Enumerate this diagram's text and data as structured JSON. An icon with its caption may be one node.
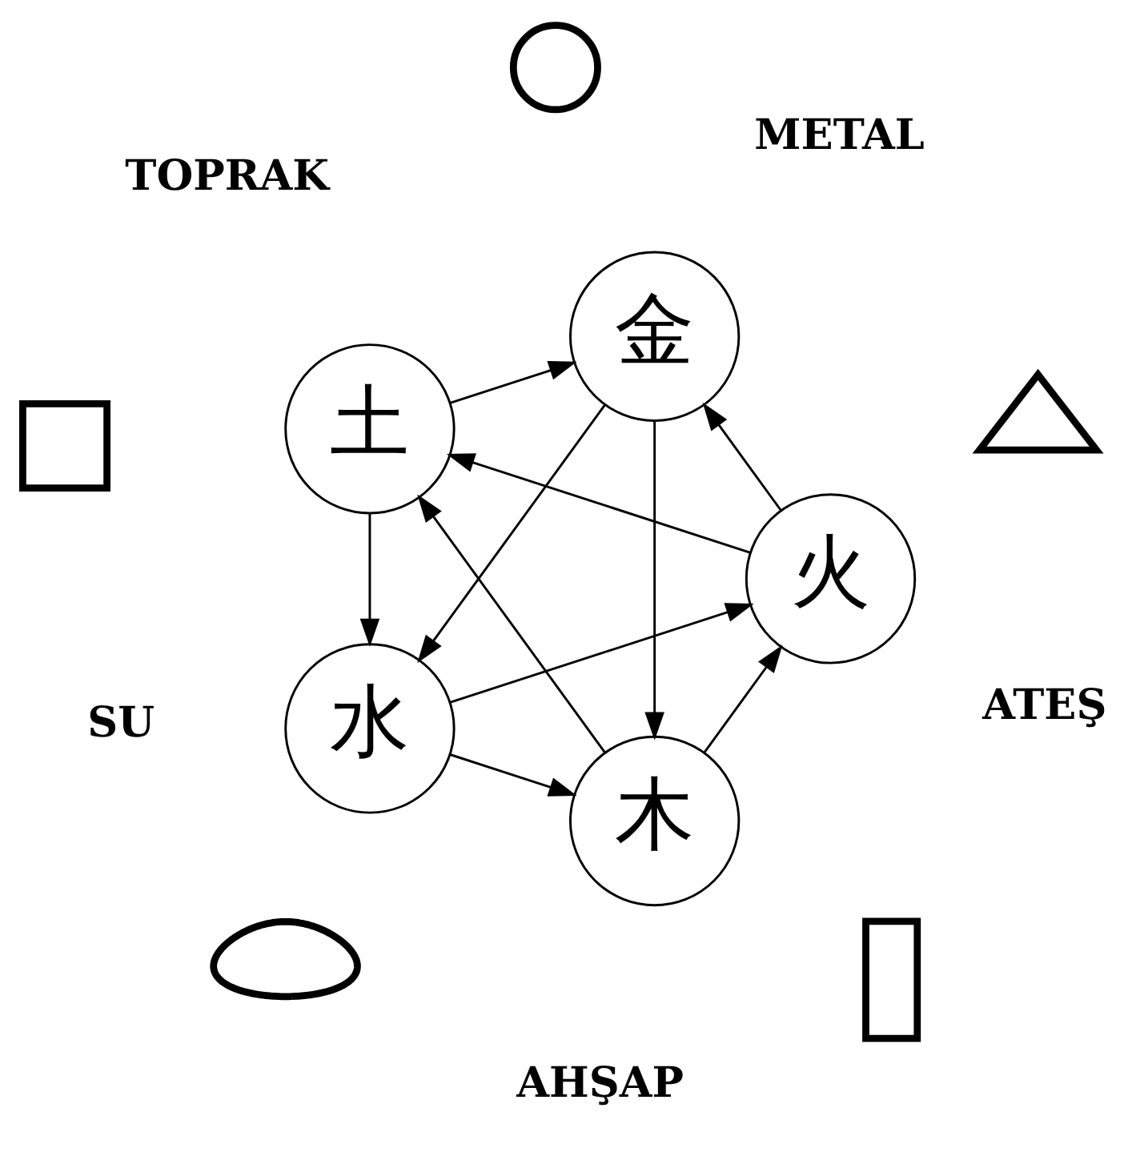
{
  "diagram": {
    "nodes": [
      {
        "text": [
          "木"
        ],
        "beside": [
          "AHŞAP"
        ]
      },
      {
        "text": [
          "火"
        ],
        "beside": [
          "ATEŞ"
        ]
      },
      {
        "text": [
          "土"
        ],
        "beside": [
          "TOPRAK"
        ]
      },
      {
        "text": [
          "金"
        ],
        "beside": [
          "METAL"
        ]
      },
      {
        "text": [
          "水"
        ],
        "beside": [
          "SU"
        ]
      },
      {
        "text": [],
        "shape": "bar"
      },
      {
        "text": [],
        "shape": "triangle"
      },
      {
        "text": [],
        "shape": "box"
      },
      {
        "text": [],
        "shape": "circle"
      },
      {
        "text": [],
        "shape": "cloud"
      }
    ],
    "edges": [
      {
        "from": 0,
        "to": 1,
        "arrow": "to"
      },
      {
        "from": 1,
        "to": 2,
        "arrow": "to"
      },
      {
        "from": 2,
        "to": 3,
        "arrow": "to"
      },
      {
        "from": 3,
        "to": 4,
        "arrow": "to"
      },
      {
        "from": 4,
        "to": 0,
        "arrow": "to"
      },
      {
        "from": 0,
        "to": 2,
        "arrow": "to"
      },
      {
        "from": 2,
        "to": 4,
        "arrow": "to"
      },
      {
        "from": 4,
        "to": 1,
        "arrow": "to"
      },
      {
        "from": 1,
        "to": 3,
        "arrow": "to"
      },
      {
        "from": 3,
        "to": 0,
        "arrow": "to"
      }
    ]
  }
}
